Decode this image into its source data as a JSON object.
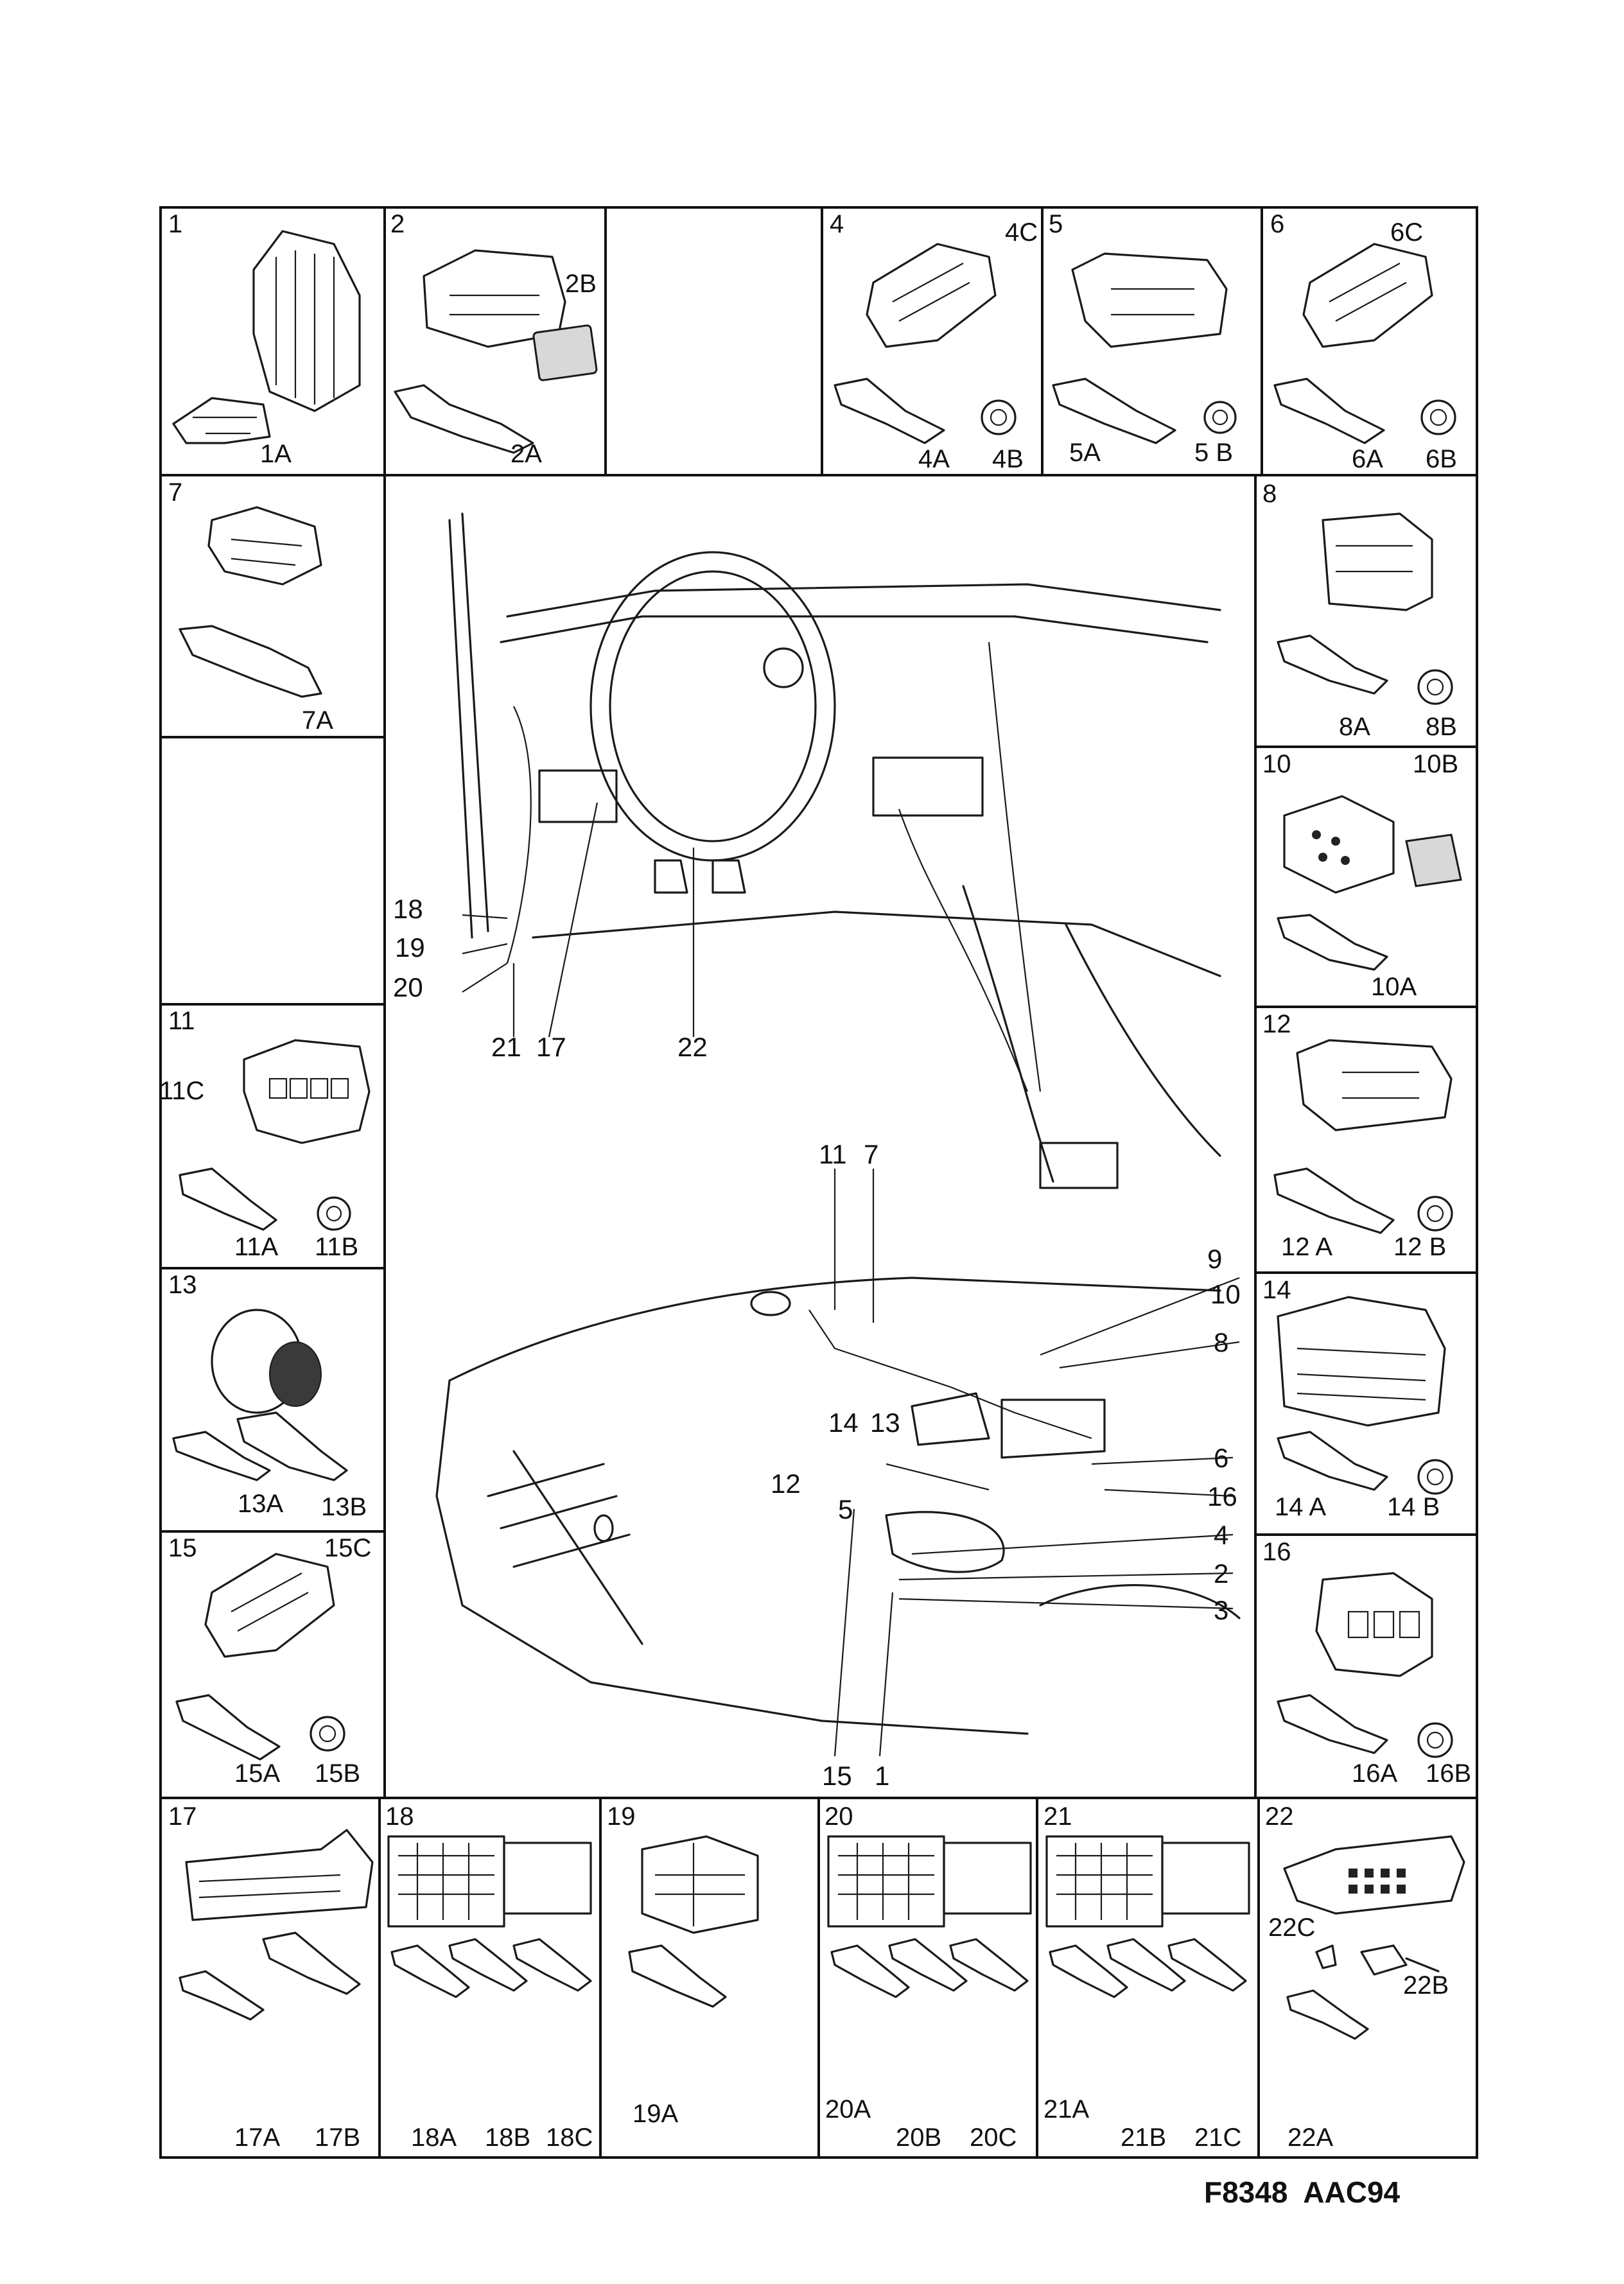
{
  "drawing_code": "F8348  AAC94",
  "grid_cells": [
    {
      "id": "cell-1",
      "number": "1",
      "parts": [
        "1A"
      ]
    },
    {
      "id": "cell-2",
      "number": "2",
      "parts": [
        "2B",
        "2A"
      ]
    },
    {
      "id": "cell-3",
      "number": "",
      "parts": []
    },
    {
      "id": "cell-4",
      "number": "4",
      "parts": [
        "4C",
        "4A",
        "4B"
      ]
    },
    {
      "id": "cell-5",
      "number": "5",
      "parts": [
        "5A",
        "5 B"
      ]
    },
    {
      "id": "cell-6",
      "number": "6",
      "parts": [
        "6C",
        "6A",
        "6B"
      ]
    },
    {
      "id": "cell-7",
      "number": "7",
      "parts": [
        "7A"
      ]
    },
    {
      "id": "cell-8",
      "number": "8",
      "parts": [
        "8A",
        "8B"
      ]
    },
    {
      "id": "cell-9",
      "number": "",
      "parts": []
    },
    {
      "id": "cell-10",
      "number": "10",
      "parts": [
        "10B",
        "10A"
      ]
    },
    {
      "id": "cell-11",
      "number": "11",
      "parts": [
        "11C",
        "11A",
        "11B"
      ]
    },
    {
      "id": "cell-12",
      "number": "12",
      "parts": [
        "12 A",
        "12 B"
      ]
    },
    {
      "id": "cell-13",
      "number": "13",
      "parts": [
        "13A",
        "13B"
      ]
    },
    {
      "id": "cell-14",
      "number": "14",
      "parts": [
        "14 A",
        "14 B"
      ]
    },
    {
      "id": "cell-15",
      "number": "15",
      "parts": [
        "15C",
        "15A",
        "15B"
      ]
    },
    {
      "id": "cell-16",
      "number": "16",
      "parts": [
        "16A",
        "16B"
      ]
    },
    {
      "id": "cell-17",
      "number": "17",
      "parts": [
        "17A",
        "17B"
      ]
    },
    {
      "id": "cell-18",
      "number": "18",
      "parts": [
        "18A",
        "18B",
        "18C"
      ]
    },
    {
      "id": "cell-19",
      "number": "19",
      "parts": [
        "19A"
      ]
    },
    {
      "id": "cell-20",
      "number": "20",
      "parts": [
        "20A",
        "20B",
        "20C"
      ]
    },
    {
      "id": "cell-21",
      "number": "21",
      "parts": [
        "21A",
        "21B",
        "21C"
      ]
    },
    {
      "id": "cell-22",
      "number": "22",
      "parts": [
        "22C",
        "22B",
        "22A"
      ]
    }
  ],
  "callouts": [
    "18",
    "19",
    "20",
    "21",
    "17",
    "22",
    "11",
    "7",
    "9",
    "10",
    "8",
    "14",
    "13",
    "12",
    "5",
    "6",
    "16",
    "4",
    "2",
    "3",
    "15",
    "1"
  ]
}
